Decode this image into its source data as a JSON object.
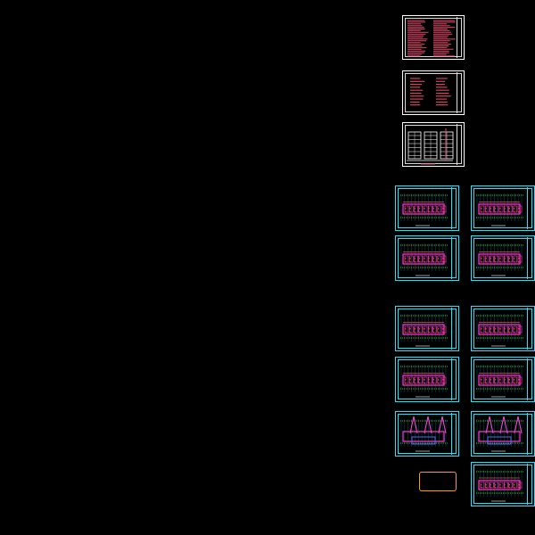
{
  "viewport": {
    "background": "#000000"
  },
  "colors": {
    "sheet_border_white": "#ffffff",
    "sheet_border_cyan": "#12e8ff",
    "note_text": "#e0486a",
    "wall_magenta": "#ff3bd0",
    "dim_green": "#3cff5a",
    "grid_cyan": "#12e8ff",
    "column_red": "#ff2a2a",
    "stamp_border": "#ff9a1a",
    "stamp_text": "#ffe33a"
  },
  "sheets": [
    {
      "id": "notes-1",
      "frame": "white",
      "kind": "notes"
    },
    {
      "id": "notes-2",
      "frame": "white",
      "kind": "notes-2col"
    },
    {
      "id": "elevation",
      "frame": "white",
      "kind": "elevation"
    },
    {
      "id": "plan-1-left",
      "frame": "cyan",
      "kind": "plan"
    },
    {
      "id": "plan-1-right",
      "frame": "cyan",
      "kind": "plan"
    },
    {
      "id": "plan-2-left",
      "frame": "cyan",
      "kind": "plan"
    },
    {
      "id": "plan-2-right",
      "frame": "cyan",
      "kind": "plan"
    },
    {
      "id": "plan-3-left",
      "frame": "cyan",
      "kind": "plan"
    },
    {
      "id": "plan-3-right",
      "frame": "cyan",
      "kind": "plan"
    },
    {
      "id": "plan-4-left",
      "frame": "cyan",
      "kind": "plan"
    },
    {
      "id": "plan-4-right",
      "frame": "cyan",
      "kind": "plan"
    },
    {
      "id": "roof-left",
      "frame": "cyan",
      "kind": "roof"
    },
    {
      "id": "roof-right",
      "frame": "cyan",
      "kind": "roof"
    },
    {
      "id": "plan-5-right",
      "frame": "cyan",
      "kind": "plan"
    }
  ],
  "stamp": {
    "title": "",
    "subtitle": ""
  }
}
